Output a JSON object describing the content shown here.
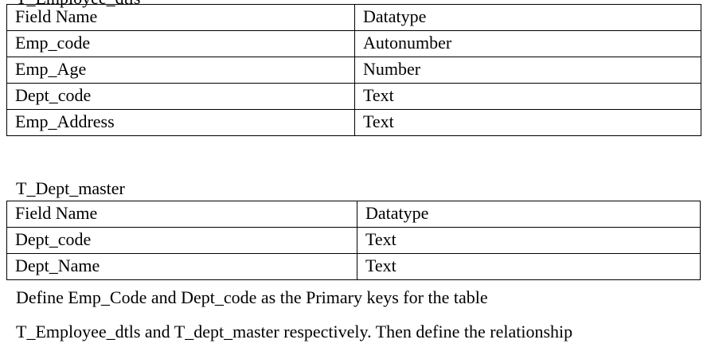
{
  "table1": {
    "clipped_title": "T_Employee_dtls",
    "header": [
      "Field Name",
      "Datatype"
    ],
    "rows": [
      [
        "Emp_code",
        "Autonumber"
      ],
      [
        "Emp_Age",
        "Number"
      ],
      [
        "Dept_code",
        "Text"
      ],
      [
        "Emp_Address",
        "Text"
      ]
    ]
  },
  "table2": {
    "title": "T_Dept_master",
    "header": [
      "Field Name",
      "Datatype"
    ],
    "rows": [
      [
        "Dept_code",
        "Text"
      ],
      [
        "Dept_Name",
        "Text"
      ]
    ]
  },
  "paragraph": {
    "line1": "Define Emp_Code and Dept_code as the Primary keys for the table",
    "line2": "T_Employee_dtls and T_dept_master respectively. Then define the relationship"
  }
}
